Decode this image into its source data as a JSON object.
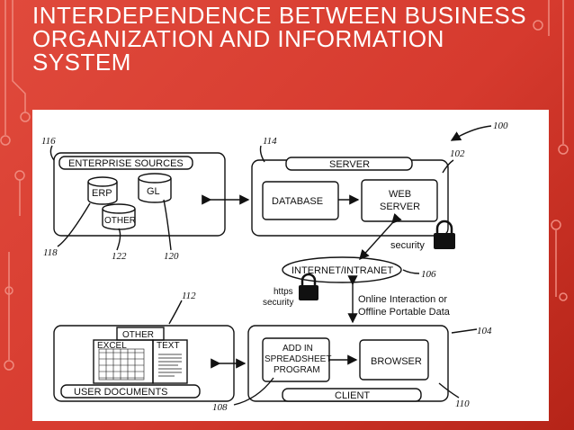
{
  "slide": {
    "title_lines": [
      "INTERDEPENDENCE BETWEEN BUSINESS",
      "ORGANIZATION AND INFORMATION",
      "SYSTEM"
    ]
  },
  "diagram": {
    "enterprise_sources": "ENTERPRISE SOURCES",
    "erp": "ERP",
    "gl": "GL",
    "other_db": "OTHER",
    "server": "SERVER",
    "database": "DATABASE",
    "web_server_line1": "WEB",
    "web_server_line2": "SERVER",
    "security": "security",
    "internet": "INTERNET/INTRANET",
    "https_line1": "https",
    "https_line2": "security",
    "online_line1": "Online Interaction or",
    "online_line2": "Offline Portable Data",
    "other_doc": "OTHER",
    "excel": "EXCEL",
    "text": "TEXT",
    "user_documents": "USER DOCUMENTS",
    "addin_line1": "ADD IN",
    "addin_line2": "SPREADSHEET",
    "addin_line3": "PROGRAM",
    "browser": "BROWSER",
    "client": "CLIENT",
    "ref_100": "100",
    "ref_102": "102",
    "ref_104": "104",
    "ref_106": "106",
    "ref_108": "108",
    "ref_110": "110",
    "ref_112": "112",
    "ref_114": "114",
    "ref_116": "116",
    "ref_118": "118",
    "ref_120": "120",
    "ref_122": "122"
  },
  "colors": {
    "background": "#d63a2e",
    "circuit_lines": "#ef8a7e",
    "title_text": "#ffffff",
    "diagram_bg": "#ffffff",
    "diagram_ink": "#111111"
  }
}
